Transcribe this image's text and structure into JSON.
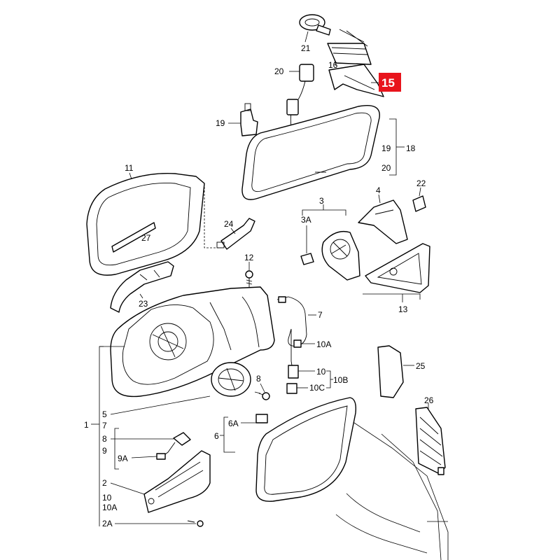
{
  "callouts": {
    "c1": "1",
    "c2": "2",
    "c2A": "2A",
    "c3": "3",
    "c3A": "3A",
    "c4": "4",
    "c5": "5",
    "c6": "6",
    "c6A": "6A",
    "c7a": "7",
    "c7b": "7",
    "c8a": "8",
    "c8b": "8",
    "c9": "9",
    "c9A": "9A",
    "c10a": "10",
    "c10b": "10",
    "c10A_a": "10A",
    "c10A_b": "10A",
    "c10B": "10B",
    "c10C": "10C",
    "c11": "11",
    "c12": "12",
    "c13": "13",
    "c15": "15",
    "c16": "16",
    "c18": "18",
    "c19a": "19",
    "c19b": "19",
    "c20a": "20",
    "c20b": "20",
    "c21": "21",
    "c22": "22",
    "c23": "23",
    "c24": "24",
    "c25": "25",
    "c26": "26",
    "c27": "27"
  },
  "highlight": {
    "label": "15",
    "color": "#e8141c"
  }
}
